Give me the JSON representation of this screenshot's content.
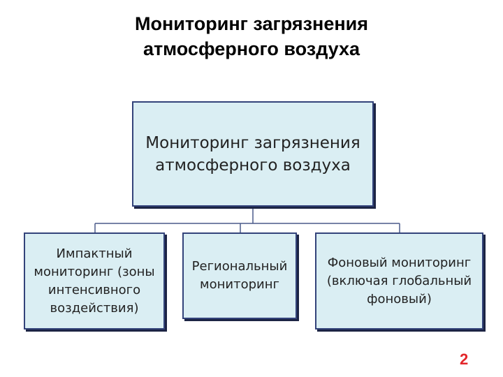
{
  "slide": {
    "title_lines": [
      "Мониторинг загрязнения",
      "атмосферного воздуха"
    ],
    "page_number": "2"
  },
  "diagram": {
    "root": {
      "lines": [
        "Мониторинг загрязнения",
        "атмосферного  воздуха"
      ]
    },
    "children": [
      {
        "lines": [
          "Импактный",
          "мониторинг  (зоны",
          "интенсивного",
          "воздействия)"
        ]
      },
      {
        "lines": [
          "Региональный",
          "мониторинг"
        ]
      },
      {
        "lines": [
          "Фоновый мониторинг",
          "(включая глобальный",
          "фоновый)"
        ]
      }
    ]
  },
  "colors": {
    "box_fill": "#daeef3",
    "box_border": "#33437a",
    "connector": "#4a5a8a",
    "page_number": "#e3262a"
  }
}
